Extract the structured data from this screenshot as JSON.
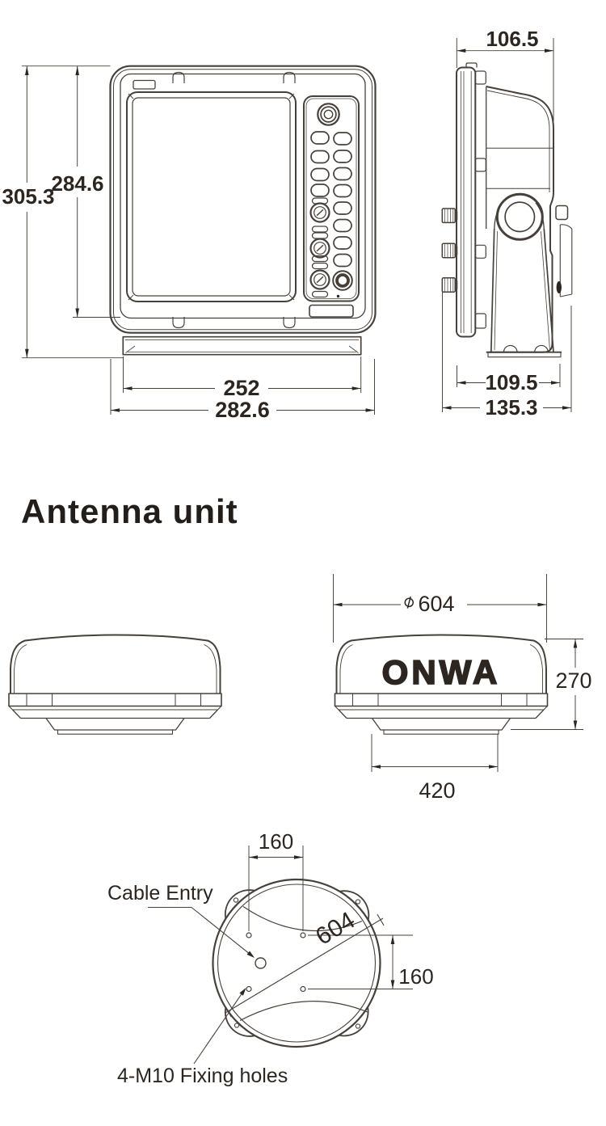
{
  "display_unit": {
    "front": {
      "overall_height": "305.3",
      "body_height": "284.6",
      "base_width": "252",
      "overall_width": "282.6"
    },
    "side": {
      "top_depth": "106.5",
      "bracket_depth": "109.5",
      "overall_depth": "135.3"
    }
  },
  "antenna": {
    "heading": "Antenna unit",
    "logo": "ONWA",
    "diameter_symbol": "⌀",
    "dome_diameter": "604",
    "height": "270",
    "base_width": "420"
  },
  "bottom_view": {
    "hole_pitch_x": "160",
    "hole_pitch_y": "160",
    "mount_circle_diameter": "604",
    "cable_entry": "Cable Entry",
    "fixing_holes": "4-M10 Fixing holes"
  },
  "colors": {
    "line": "#47403a",
    "ink": "#2c2520",
    "background": "#ffffff"
  }
}
